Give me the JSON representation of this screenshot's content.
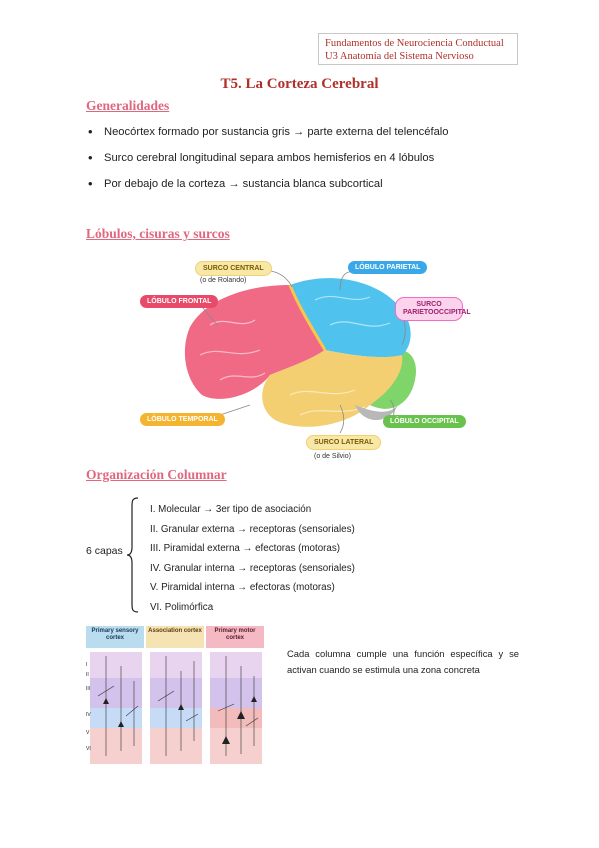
{
  "header": {
    "line1": "Fundamentos de Neurociencia Conductual",
    "line2": "U3 Anatomía del Sistema Nervioso"
  },
  "title": "T5. La Corteza Cerebral",
  "sections": {
    "generalidades": {
      "heading": "Generalidades",
      "bullets": [
        "Neocórtex formado por sustancia gris → parte externa del telencéfalo",
        "Surco cerebral longitudinal separa ambos hemisferios en 4 lóbulos",
        "Por debajo de la corteza → sustancia blanca subcortical"
      ]
    },
    "lobulos": {
      "heading": "Lóbulos, cisuras y surcos",
      "labels": {
        "surco_central": "SURCO CENTRAL",
        "surco_central_sub": "(o de Rolando)",
        "lobulo_parietal": "LÓBULO PARIETAL",
        "lobulo_frontal": "LÓBULO FRONTAL",
        "surco_parieto": "SURCO PARIETOOCCIPITAL",
        "lobulo_temporal": "LÓBULO TEMPORAL",
        "surco_lateral": "SURCO LATERAL",
        "surco_lateral_sub": "(o de Silvio)",
        "lobulo_occipital": "LÓBULO OCCIPITAL"
      },
      "colors": {
        "frontal": "#f06a86",
        "parietal": "#4fc3ee",
        "temporal": "#f3cf72",
        "occipital": "#7fd46a",
        "central": "#f7c64a",
        "parieto": "#ee6fc3"
      }
    },
    "organizacion": {
      "heading": "Organización Columnar",
      "capas_label": "6 capas",
      "layers": [
        "I. Molecular       → 3er tipo de asociación",
        "II. Granular externa → receptoras (sensoriales)",
        "III. Piramidal externa → efectoras (motoras)",
        "IV. Granular interna → receptoras (sensoriales)",
        " V. Piramidal interna → efectoras (motoras)",
        "VI. Polimórfica"
      ],
      "columns": [
        {
          "title": "Primary sensory cortex"
        },
        {
          "title": "Association cortex"
        },
        {
          "title": "Primary motor cortex"
        }
      ],
      "roman": [
        "I",
        "II",
        "III",
        "IV",
        "V",
        "VI"
      ],
      "description": "Cada columna cumple una función específica y se activan cuando se estimula una zona concreta"
    }
  }
}
